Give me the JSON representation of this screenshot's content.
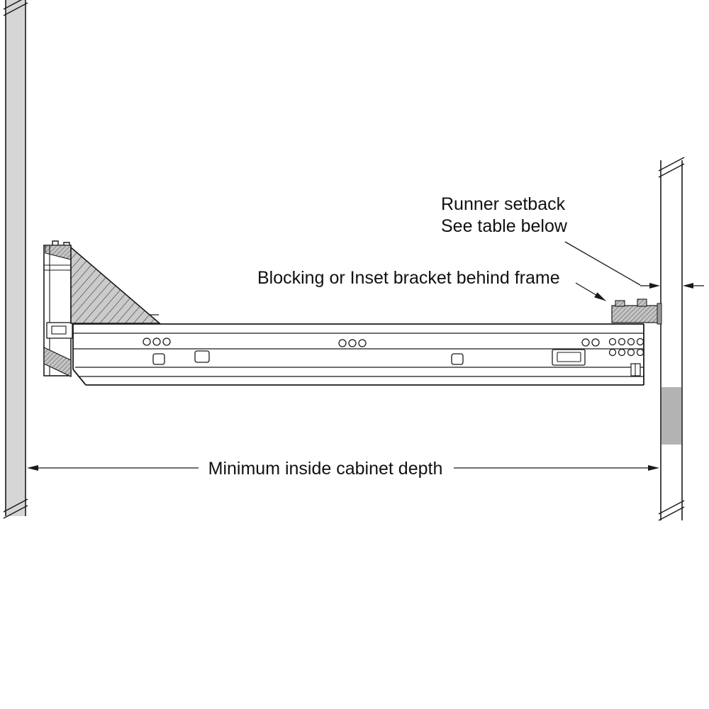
{
  "labels": {
    "runner_setback_line1": "Runner setback",
    "runner_setback_line2": "See table below",
    "blocking": "Blocking or Inset bracket behind frame",
    "min_depth": "Minimum inside cabinet depth"
  },
  "colors": {
    "line": "#1a1a1a",
    "panel_gray": "#d6d6d6",
    "blocking_gray": "#b3b3b3",
    "section_hatch_gray": "#cbcbcb",
    "background": "#ffffff"
  }
}
